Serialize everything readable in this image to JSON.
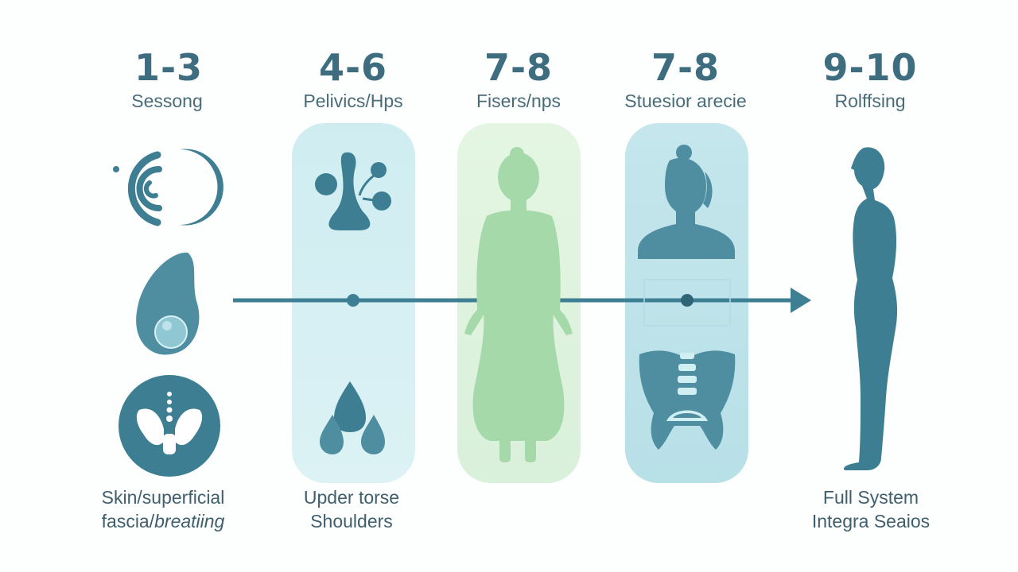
{
  "stages": [
    {
      "number": "1-3",
      "title": "Sessong",
      "number_color": "#3f6d80",
      "bottom_line1": "Skin/superficial",
      "bottom_line2a": "fascia/",
      "bottom_line2b": "breatiing"
    },
    {
      "number": "4-6",
      "title": "Pelivics/Hps",
      "number_color": "#3f6d80",
      "bottom_line1": "Upder torse",
      "bottom_line2": "Shoulders"
    },
    {
      "number": "7-8",
      "title": "Fisers/nps",
      "number_color": "#3f6d80"
    },
    {
      "number": "7-8",
      "title": "Stuesior arecie",
      "number_color": "#3f6d80"
    },
    {
      "number": "9-10",
      "title": "Rolffsing",
      "number_color": "#3f6d80",
      "bottom_line1": "Full System",
      "bottom_line2": "Integra Seaios"
    }
  ],
  "colors": {
    "primary": "#3e7e92",
    "panel_blue": "#d4eef2",
    "panel_green": "#e3f5e1",
    "panel_teal": "#c2e6ec",
    "figure_green": "#a6d9aa",
    "arrow": "#3f7f94"
  }
}
